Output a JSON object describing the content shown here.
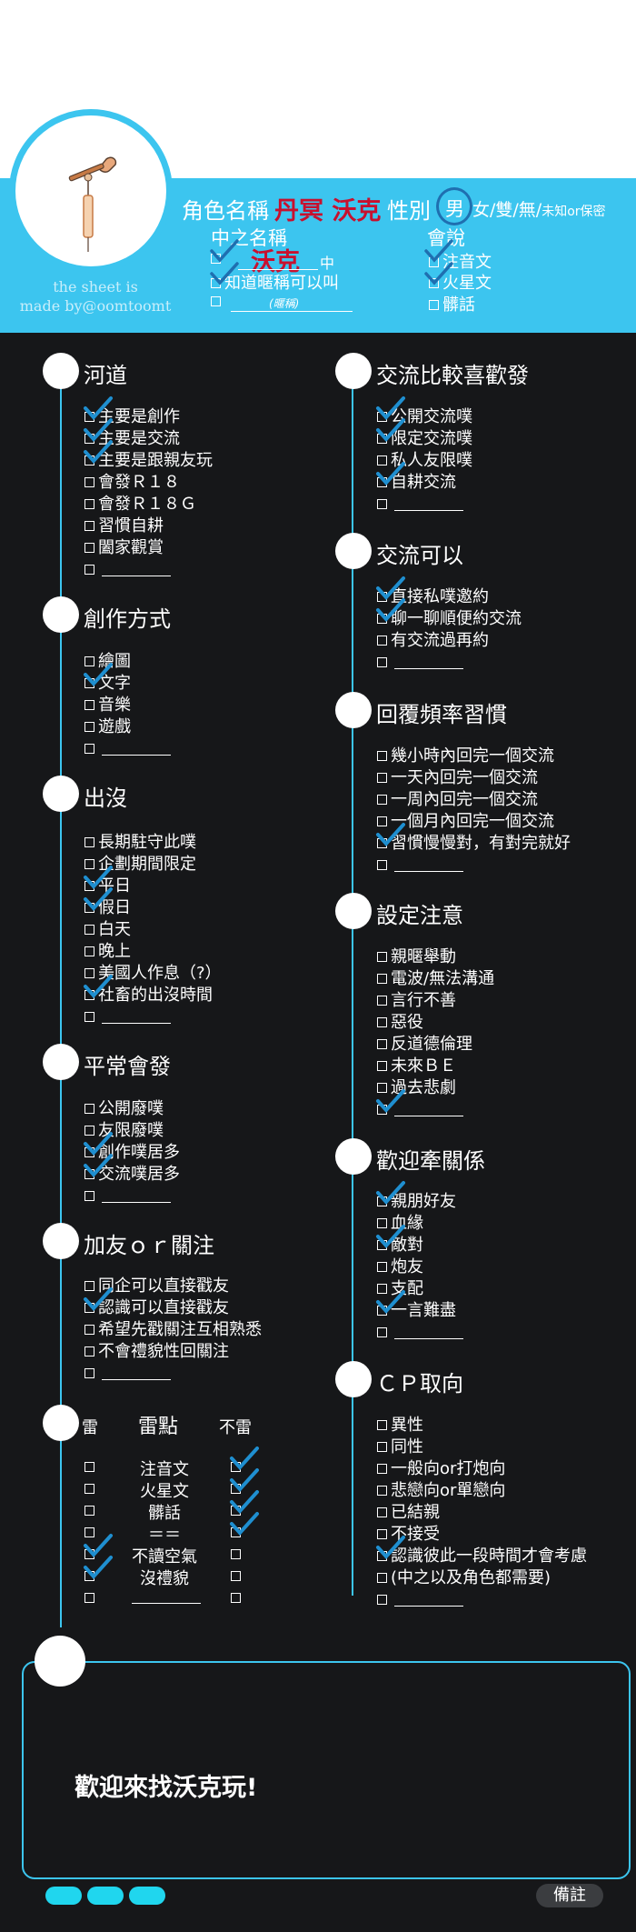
{
  "header": {
    "credit_line1": "the sheet is",
    "credit_line2": "made by@oomtoomt",
    "name_label": "角色名稱",
    "name_value": "丹冥 沃克",
    "gender_label": "性別",
    "gender_male": "男",
    "gender_rest": "女/雙/無/",
    "gender_unknown": "未知or保密",
    "inner_name_label": "中之名稱",
    "inner_name_value": "沃克",
    "inner_name_suffix": "中",
    "inner_name_opt2": "知道暱稱可以叫",
    "nickname_hint": "(暱稱)",
    "speech_label": "會說",
    "speech_options": [
      "注音文",
      "火星文",
      "髒話"
    ]
  },
  "sections": {
    "river": {
      "title": "河道",
      "items": [
        "主要是創作",
        "主要是交流",
        "主要是跟親友玩",
        "會發Ｒ１８",
        "會發Ｒ１８Ｇ",
        "習慣自耕",
        "闔家觀賞"
      ],
      "checked": [
        0,
        1,
        2
      ]
    },
    "creation": {
      "title": "創作方式",
      "items": [
        "繪圖",
        "文字",
        "音樂",
        "遊戲"
      ],
      "checked": [
        1
      ]
    },
    "appear": {
      "title": "出沒",
      "items": [
        "長期駐守此噗",
        "企劃期間限定",
        "平日",
        "假日",
        "白天",
        "晚上",
        "美國人作息（?）",
        "社畜的出沒時間"
      ],
      "checked": [
        2,
        3,
        7
      ]
    },
    "usual": {
      "title": "平常會發",
      "items": [
        "公開廢噗",
        "友限廢噗",
        "創作噗居多",
        "交流噗居多"
      ],
      "checked": [
        2,
        3
      ]
    },
    "friend": {
      "title": "加友ｏｒ關注",
      "items": [
        "同企可以直接戳友",
        "認識可以直接戳友",
        "希望先戳關注互相熟悉",
        "不會禮貌性回關注"
      ],
      "checked": [
        1
      ]
    },
    "exchange_pref": {
      "title": "交流比較喜歡發",
      "items": [
        "公開交流噗",
        "限定交流噗",
        "私人友限噗",
        "自耕交流"
      ],
      "checked": [
        0,
        1,
        3
      ]
    },
    "exchange_ok": {
      "title": "交流可以",
      "items": [
        "直接私噗邀約",
        "聊一聊順便約交流",
        "有交流過再約"
      ],
      "checked": [
        0,
        1
      ]
    },
    "reply": {
      "title": "回覆頻率習慣",
      "items": [
        "幾小時內回完一個交流",
        "一天內回完一個交流",
        "一周內回完一個交流",
        "一個月內回完一個交流",
        "習慣慢慢對，有對完就好"
      ],
      "checked": [
        4
      ]
    },
    "caution": {
      "title": "設定注意",
      "items": [
        "親暱舉動",
        "電波/無法溝通",
        "言行不善",
        "惡役",
        "反道德倫理",
        "未來ＢＥ",
        "過去悲劇"
      ],
      "checked": [
        7
      ]
    },
    "relation": {
      "title": "歡迎牽關係",
      "items": [
        "親朋好友",
        "血緣",
        "敵對",
        "炮友",
        "支配",
        "一言難盡"
      ],
      "checked": [
        0,
        2,
        5
      ]
    },
    "cp": {
      "title": "ＣＰ取向",
      "items": [
        "異性",
        "同性",
        "一般向or打炮向",
        "悲戀向or單戀向",
        "已結親",
        "不接受",
        "認識彼此一段時間才會考慮",
        "(中之以及角色都需要)"
      ],
      "checked": [
        6
      ]
    }
  },
  "mines": {
    "col_left": "雷",
    "col_title": "雷點",
    "col_right": "不雷",
    "rows": [
      "注音文",
      "火星文",
      "髒話",
      "＝＝",
      "不讀空氣",
      "沒禮貌"
    ],
    "left_checked": [
      4,
      5
    ],
    "right_checked": [
      0,
      1,
      2,
      3
    ]
  },
  "footer": {
    "message": "歡迎來找沃克玩!",
    "remark": "備註"
  },
  "colors": {
    "accent": "#3cc5ef",
    "check": "#1f8fd0",
    "hand_red": "#c8102e",
    "bg": "#161719"
  }
}
